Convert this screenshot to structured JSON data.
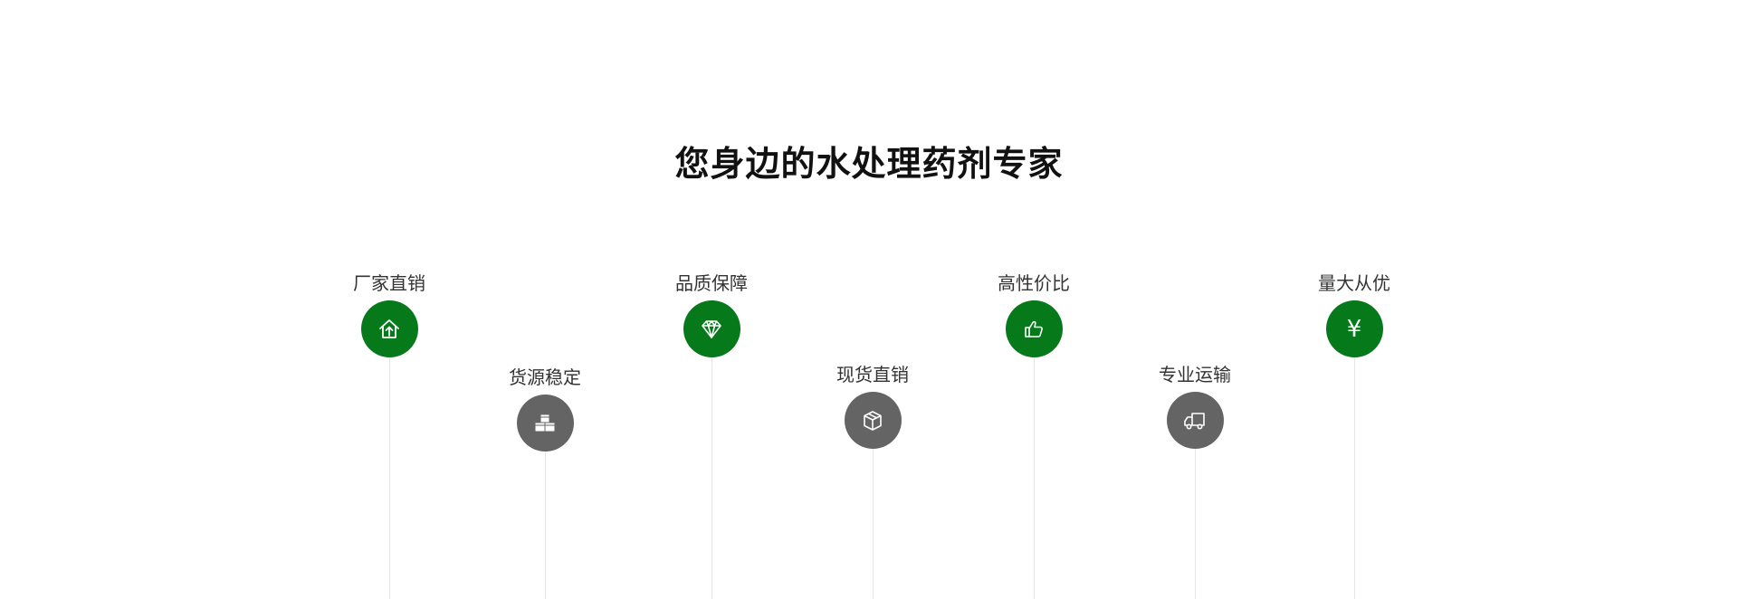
{
  "section": {
    "title": "您身边的水处理药剂专家"
  },
  "features": [
    {
      "label": "厂家直销",
      "icon": "house-arrow-up-icon",
      "color": "#067a1b"
    },
    {
      "label": "货源稳定",
      "icon": "stacked-boxes-icon",
      "color": "#646464"
    },
    {
      "label": "品质保障",
      "icon": "diamond-icon",
      "color": "#067a1b"
    },
    {
      "label": "现货直销",
      "icon": "package-box-icon",
      "color": "#646464"
    },
    {
      "label": "高性价比",
      "icon": "thumbs-up-icon",
      "color": "#067a1b"
    },
    {
      "label": "专业运输",
      "icon": "delivery-truck-icon",
      "color": "#646464"
    },
    {
      "label": "量大从优",
      "icon": "yen-icon",
      "color": "#067a1b",
      "glyph": "¥"
    }
  ]
}
